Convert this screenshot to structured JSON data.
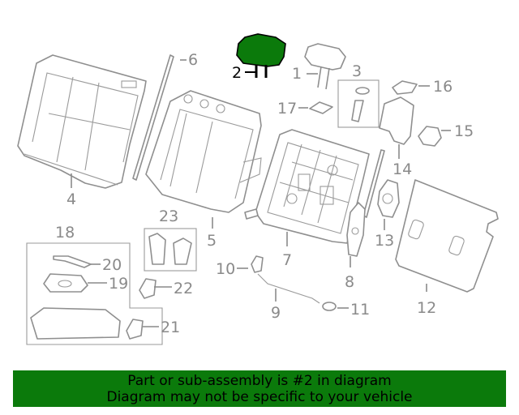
{
  "diagram": {
    "highlight_color": "#0b7a0b",
    "highlighted_part": "2",
    "callouts": [
      "1",
      "2",
      "3",
      "4",
      "5",
      "6",
      "7",
      "8",
      "9",
      "10",
      "11",
      "12",
      "13",
      "14",
      "15",
      "16",
      "17",
      "18",
      "19",
      "20",
      "21",
      "22",
      "23"
    ]
  },
  "banner": {
    "line1": "Part or sub-assembly is #2 in diagram",
    "line2": "Diagram may not be specific to your vehicle",
    "color": "#0b7a0b"
  }
}
